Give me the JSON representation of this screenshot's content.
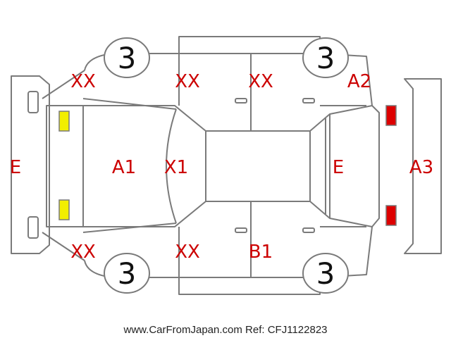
{
  "colors": {
    "outline": "#7a7a7a",
    "damage_code": "#cc0000",
    "front_lamp": "#f2ee00",
    "rear_lamp": "#dd0000"
  },
  "tires": {
    "front_left": "3",
    "rear_left": "3",
    "front_right": "3",
    "rear_right": "3"
  },
  "codes": {
    "front_bumper": "E",
    "front_left_corner": "XX",
    "left_front_door": "XX",
    "left_rear_door": "XX",
    "left_rear_corner": "A2",
    "hood": "A1",
    "windshield": "X1",
    "rear_glass": "E",
    "rear_bumper": "A3",
    "front_right_corner": "XX",
    "right_front_door": "XX",
    "right_rear_door": "B1"
  },
  "footer": "www.CarFromJapan.com Ref: CFJ1122823"
}
